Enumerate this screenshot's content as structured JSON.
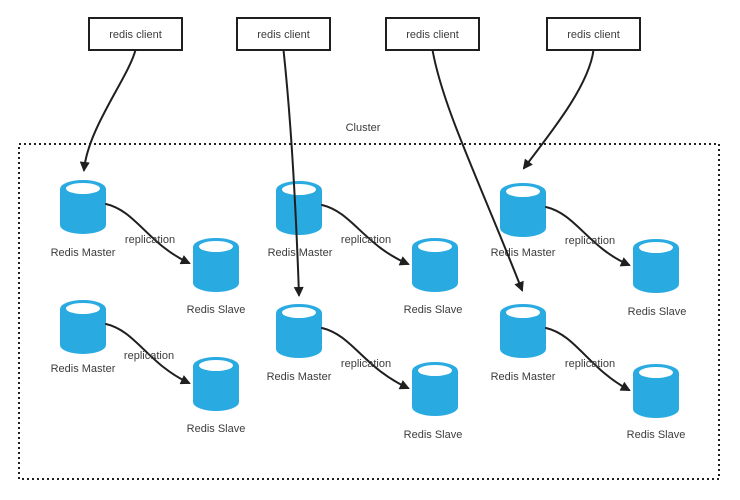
{
  "diagram": {
    "cluster_label": "Cluster",
    "clients": [
      {
        "label": "redis client"
      },
      {
        "label": "redis client"
      },
      {
        "label": "redis client"
      },
      {
        "label": "redis client"
      }
    ],
    "masters": [
      {
        "label": "Redis Master"
      },
      {
        "label": "Redis Master"
      },
      {
        "label": "Redis Master"
      },
      {
        "label": "Redis Master"
      },
      {
        "label": "Redis Master"
      },
      {
        "label": "Redis Master"
      }
    ],
    "slaves": [
      {
        "label": "Redis Slave"
      },
      {
        "label": "Redis Slave"
      },
      {
        "label": "Redis Slave"
      },
      {
        "label": "Redis Slave"
      },
      {
        "label": "Redis Slave"
      },
      {
        "label": "Redis Slave"
      }
    ],
    "replications": [
      {
        "label": "replication"
      },
      {
        "label": "replication"
      },
      {
        "label": "replication"
      },
      {
        "label": "replication"
      },
      {
        "label": "replication"
      },
      {
        "label": "replication"
      }
    ],
    "colors": {
      "cylinder_fill": "#29ABE2",
      "cylinder_opening": "#FFFFFF",
      "line": "#1F1F1F",
      "text": "#3C3C3C",
      "box_fill": "#FFFFFF",
      "background": "#FFFFFF"
    }
  }
}
